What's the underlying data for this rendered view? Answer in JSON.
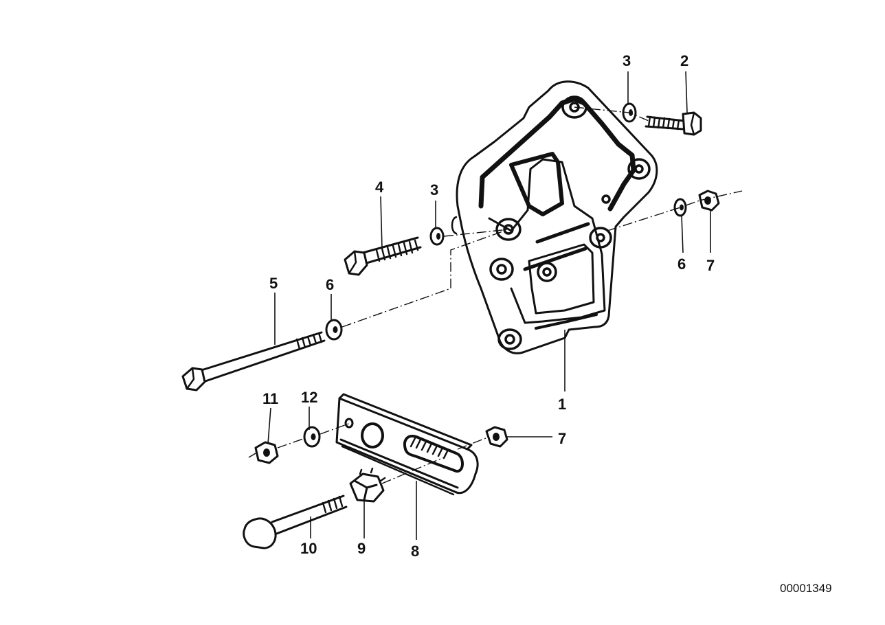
{
  "diagram": {
    "reference_number": "00001349",
    "callouts": [
      "1",
      "2",
      "3",
      "3",
      "4",
      "5",
      "6",
      "6",
      "7",
      "7",
      "8",
      "9",
      "10",
      "11",
      "12"
    ]
  }
}
